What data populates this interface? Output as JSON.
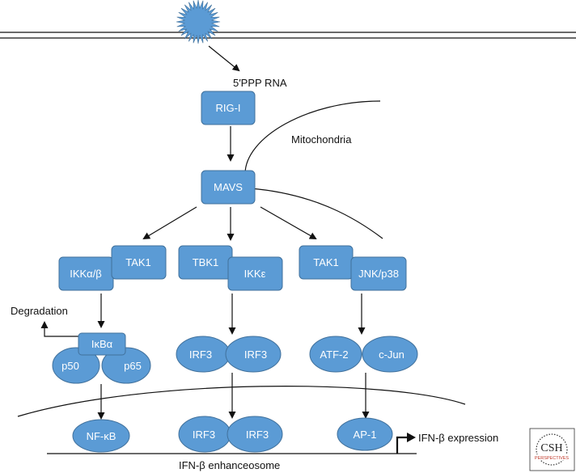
{
  "colors": {
    "node_fill": "#5b9bd5",
    "node_stroke": "#41719c",
    "line": "#111111",
    "text_on_node": "#ffffff"
  },
  "labels": {
    "ligand": "5′PPP RNA",
    "rig_i": "RIG-I",
    "mitochondria": "Mitochondria",
    "mavs": "MAVS",
    "ikk_ab": "IKKα/β",
    "tak1_left": "TAK1",
    "tbk1": "TBK1",
    "ikk_e": "IKKε",
    "tak1_right": "TAK1",
    "jnk_p38": "JNK/p38",
    "degradation": "Degradation",
    "ikba": "IκBα",
    "p50": "p50",
    "p65": "p65",
    "irf3_a": "IRF3",
    "irf3_b": "IRF3",
    "atf2": "ATF-2",
    "cjun": "c-Jun",
    "nfkb": "NF-κB",
    "irf3_c": "IRF3",
    "irf3_d": "IRF3",
    "ap1": "AP-1",
    "ifn_expression": "IFN-β expression",
    "enhanceosome": "IFN-β enhanceosome"
  },
  "logo": {
    "line1": "CSH",
    "line2": "PERSPECTIVES"
  }
}
